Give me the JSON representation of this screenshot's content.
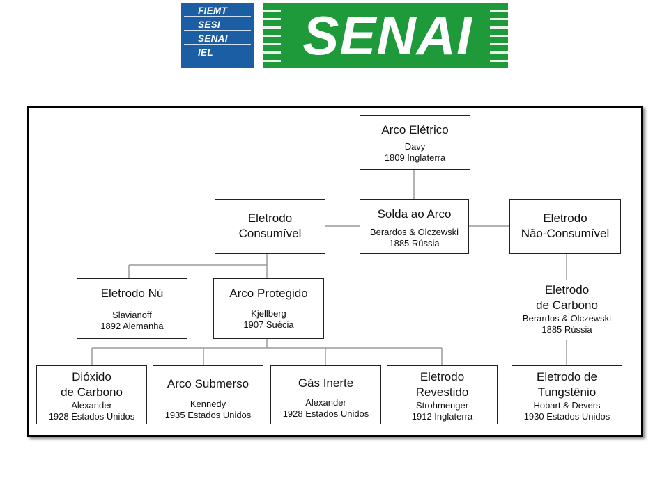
{
  "logo": {
    "lines": [
      "FIEMT",
      "SESI",
      "SENAI",
      "IEL"
    ],
    "wordmark": "SENAI",
    "colors": {
      "blue": "#1b5ea4",
      "green": "#1f9a3b"
    }
  },
  "diagram": {
    "nodes": {
      "arco_eletrico": {
        "title": "Arco Elétrico",
        "sub": "Davy\n1809  Inglaterra"
      },
      "solda_arco": {
        "title": "Solda ao Arco",
        "sub": "Berardos & Olczewski\n1885  Rússia"
      },
      "eletrodo_consumivel": {
        "title": "Eletrodo\nConsumível",
        "sub": ""
      },
      "eletrodo_nao_consumivel": {
        "title": "Eletrodo\nNão-Consumível",
        "sub": ""
      },
      "eletrodo_nu": {
        "title": "Eletrodo Nú",
        "sub": "Slavianoff\n1892  Alemanha"
      },
      "arco_protegido": {
        "title": "Arco Protegido",
        "sub": "Kjellberg\n1907  Suécia"
      },
      "eletrodo_carbono": {
        "title": "Eletrodo\nde Carbono",
        "sub": "Berardos & Olczewski\n1885  Rússia"
      },
      "dioxido_carbono": {
        "title": "Dióxido\nde Carbono",
        "sub": "Alexander\n1928  Estados Unidos"
      },
      "arco_submerso": {
        "title": "Arco Submerso",
        "sub": "Kennedy\n1935  Estados Unidos"
      },
      "gas_inerte": {
        "title": "Gás Inerte",
        "sub": "Alexander\n1928  Estados Unidos"
      },
      "eletrodo_revestido": {
        "title": "Eletrodo\nRevestido",
        "sub": "Strohmenger\n1912  Inglaterra"
      },
      "eletrodo_tungstenio": {
        "title": "Eletrodo de\nTungstênio",
        "sub": "Hobart & Devers\n1930  Estados Unidos"
      }
    }
  }
}
